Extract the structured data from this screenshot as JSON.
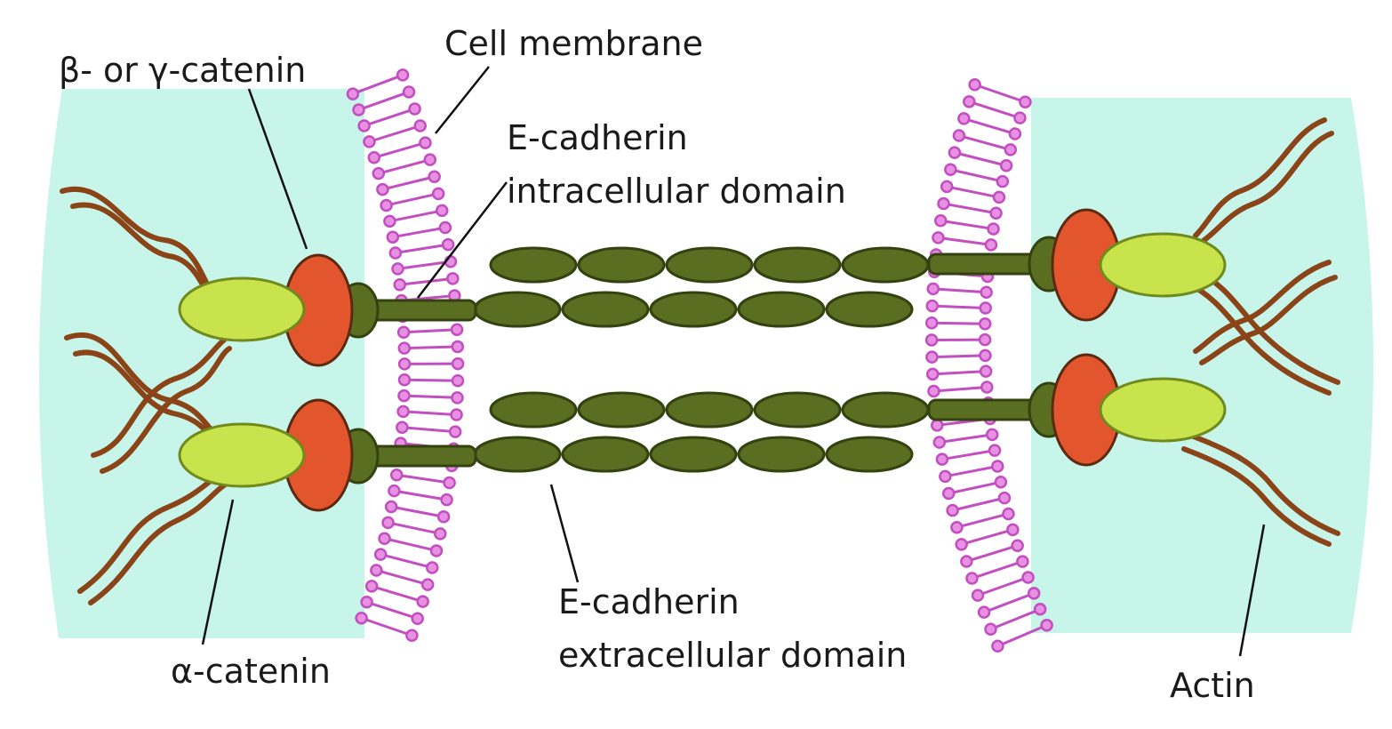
{
  "labels": {
    "beta_gamma_catenin": "β- or γ-catenin",
    "cell_membrane": "Cell membrane",
    "intracellular_line1": "E-cadherin",
    "intracellular_line2": "intracellular domain",
    "extracellular_line1": "E-cadherin",
    "extracellular_line2": "extracellular domain",
    "alpha_catenin": "α-catenin",
    "actin": "Actin"
  },
  "colors": {
    "cytoplasm": "#c8f5ea",
    "lipid": "#c24fc0",
    "lipid_head": "#e890e2",
    "cadherin": "#5a6e22",
    "cadherin_stroke": "#33420f",
    "beta_catenin": "#e2552d",
    "beta_catenin_stroke": "#5c2a10",
    "alpha_catenin": "#c9e34c",
    "alpha_catenin_stroke": "#6f8a1d",
    "actin": "#8a4418"
  }
}
